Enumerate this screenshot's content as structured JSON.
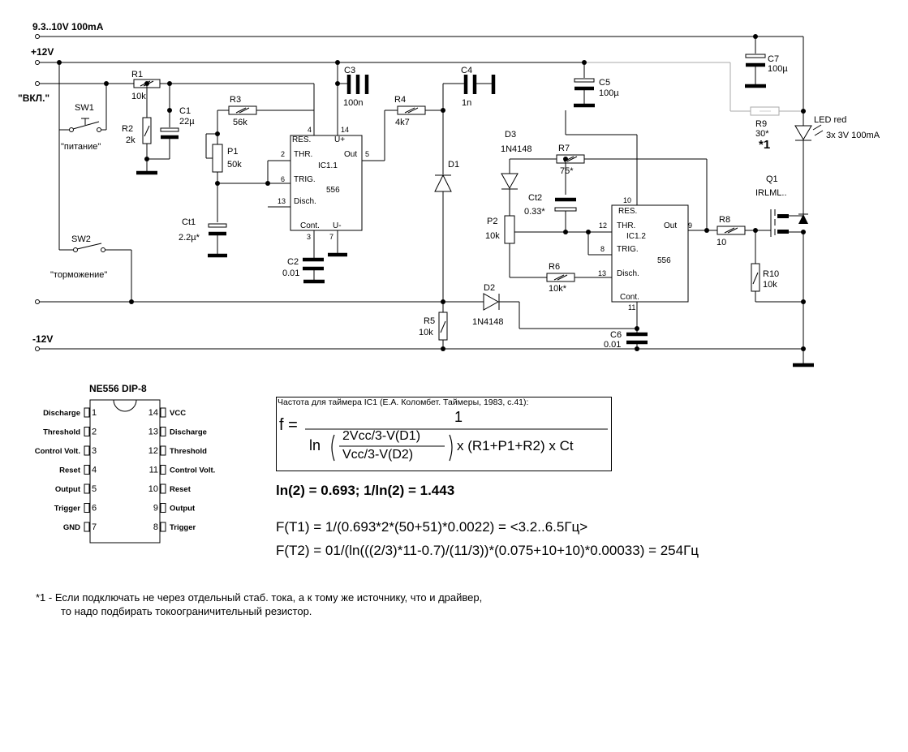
{
  "rails": {
    "supply_top": "9.3..10V 100mA",
    "plus12": "+12V",
    "on": "\"ВКЛ.\"",
    "minus12": "-12V"
  },
  "switches": {
    "sw1": "SW1",
    "sw1_caption": "\"питание\"",
    "sw2": "SW2",
    "sw2_caption": "\"торможение\""
  },
  "components": {
    "r1": "R1",
    "r1_val": "10k",
    "r2": "R2",
    "r2_val": "2k",
    "c1": "C1",
    "c1_val": "22µ",
    "r3": "R3",
    "r3_val": "56k",
    "p1": "P1",
    "p1_val": "50k",
    "ct1": "Ct1",
    "ct1_val": "2.2µ*",
    "c2": "C2",
    "c2_val": "0.01",
    "c3": "C3",
    "c3_val": "100n",
    "r4": "R4",
    "r4_val": "4k7",
    "c4": "C4",
    "c4_val": "1n",
    "d1": "D1",
    "c5": "C5",
    "c5_val": "100µ",
    "c7": "C7",
    "c7_val": "100µ",
    "r9": "R9",
    "r9_val": "30*",
    "r9_note": "*1",
    "led": "LED red",
    "led_val": "3x 3V 100mA",
    "d3": "D3",
    "d3_val": "1N4148",
    "r7": "R7",
    "r7_val": "75*",
    "ct2": "Ct2",
    "ct2_val": "0.33*",
    "p2": "P2",
    "p2_val": "10k",
    "r6": "R6",
    "r6_val": "10k*",
    "d2": "D2",
    "d2_val": "1N4148",
    "r5": "R5",
    "r5_val": "10k",
    "c6": "C6",
    "c6_val": "0.01",
    "q1": "Q1",
    "q1_val": "IRLML..",
    "r8": "R8",
    "r8_val": "10",
    "r10": "R10",
    "r10_val": "10k"
  },
  "ic1": {
    "name": "IC1.1",
    "type": "556",
    "res": "RES.",
    "up": "U+",
    "thr": "THR.",
    "trig": "TRIG.",
    "disch": "Disch.",
    "cont": "Cont.",
    "um": "U-",
    "out": "Out",
    "p4": "4",
    "p14": "14",
    "p2": "2",
    "p6": "6",
    "p5": "5",
    "p13": "13",
    "p3": "3",
    "p7": "7",
    "p5o": "5"
  },
  "ic2": {
    "name": "IC1.2",
    "type": "556",
    "res": "RES.",
    "thr": "THR.",
    "trig": "TRIG.",
    "disch": "Disch.",
    "cont": "Cont.",
    "out": "Out",
    "p10": "10",
    "p12": "12",
    "p8": "8",
    "p13": "13",
    "p11": "11",
    "p9": "9"
  },
  "dip": {
    "title": "NE556 DIP-8",
    "left": [
      {
        "num": "1",
        "label": "Discharge"
      },
      {
        "num": "2",
        "label": "Threshold"
      },
      {
        "num": "3",
        "label": "Control Volt."
      },
      {
        "num": "4",
        "label": "Reset"
      },
      {
        "num": "5",
        "label": "Output"
      },
      {
        "num": "6",
        "label": "Trigger"
      },
      {
        "num": "7",
        "label": "GND"
      }
    ],
    "right": [
      {
        "num": "14",
        "label": "VCC"
      },
      {
        "num": "13",
        "label": "Discharge"
      },
      {
        "num": "12",
        "label": "Threshold"
      },
      {
        "num": "11",
        "label": "Control Volt."
      },
      {
        "num": "10",
        "label": "Reset"
      },
      {
        "num": "9",
        "label": "Output"
      },
      {
        "num": "8",
        "label": "Trigger"
      }
    ]
  },
  "formula": {
    "source": "Частота для таймера IC1 (Е.А. Коломбет. Таймеры, 1983, с.41):",
    "lhs": "f =",
    "numerator": "1",
    "ln": "ln",
    "frac_num": "2Vcc/3-V(D1)",
    "frac_den": "Vcc/3-V(D2)",
    "rest": "x (R1+P1+R2) x Ct",
    "ln2": "ln(2) = 0.693; 1/ln(2) = 1.443",
    "t1": "F(T1) = 1/(0.693*2*(50+51)*0.0022) = <3.2..6.5Гц>",
    "t2": "F(T2) =   01/(ln(((2/3)*11-0.7)/(11/3))*(0.075+10+10)*0.00033) = 254Гц"
  },
  "notes": {
    "line1": "*1 - Если подключать не через отдельный стаб. тока, а к тому же источнику, что и драйвер,",
    "line2": "то надо подбирать токоограничительный резистор."
  }
}
